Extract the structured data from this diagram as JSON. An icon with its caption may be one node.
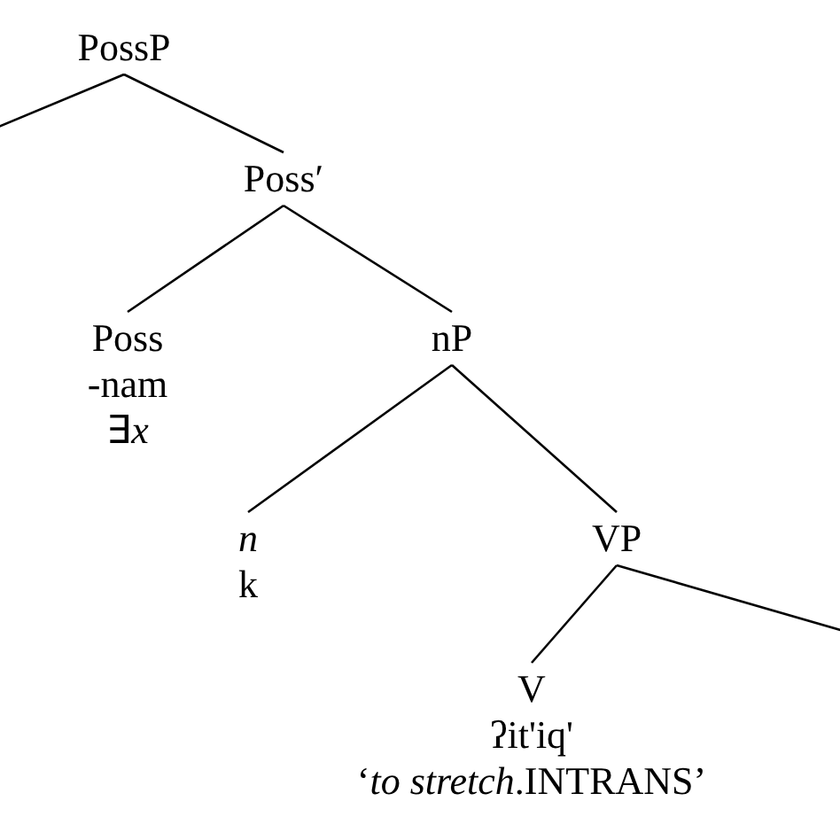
{
  "diagram": {
    "nodes": [
      {
        "text": [
          "PossP"
        ]
      },
      {
        "text": [
          "Poss′"
        ]
      },
      {
        "text": [
          "Poss",
          "-nam",
          "∃*x*"
        ]
      },
      {
        "text": [
          "nP"
        ]
      },
      {
        "text": [
          "*n*",
          "k"
        ]
      },
      {
        "text": [
          "VP"
        ]
      },
      {
        "text": [
          "V",
          "ʔit'iq'",
          "‘*to stretch*.INTRANS’"
        ]
      }
    ],
    "edges": [
      {
        "from": 0,
        "to": null,
        "arrow": "none"
      },
      {
        "from": 0,
        "to": 1,
        "arrow": "none"
      },
      {
        "from": 1,
        "to": 2,
        "arrow": "none"
      },
      {
        "from": 1,
        "to": 3,
        "arrow": "none"
      },
      {
        "from": 3,
        "to": 4,
        "arrow": "none"
      },
      {
        "from": 3,
        "to": 5,
        "arrow": "none"
      },
      {
        "from": 5,
        "to": 6,
        "arrow": "none"
      },
      {
        "from": 5,
        "to": null,
        "arrow": "none"
      }
    ]
  }
}
